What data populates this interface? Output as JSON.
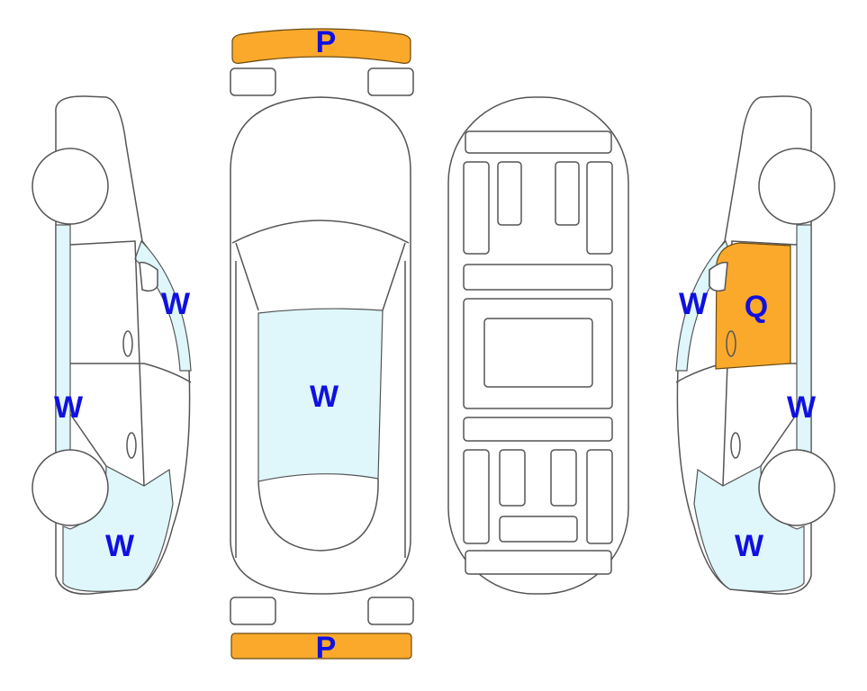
{
  "colors": {
    "damage_p": "#fba92b",
    "damage_q": "#fba92b",
    "damage_w": "#dff6fb",
    "label": "#1010e0"
  },
  "labels": {
    "front_bumper": "P",
    "rear_bumper": "P",
    "top_windshield": "W",
    "left_a_pillar": "W",
    "left_b_strip": "W",
    "left_rear_panel": "W",
    "right_a_pillar": "W",
    "right_front_door": "Q",
    "right_b_strip": "W",
    "right_rear_panel": "W"
  }
}
